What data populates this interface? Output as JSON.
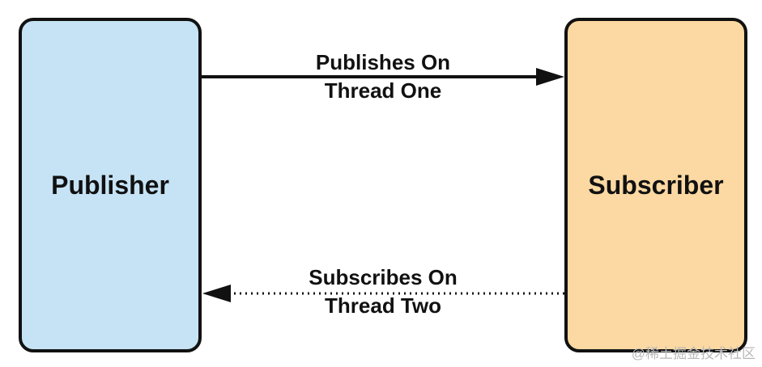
{
  "nodes": {
    "publisher": {
      "label": "Publisher",
      "fill": "#c5e3f5"
    },
    "subscriber": {
      "label": "Subscriber",
      "fill": "#fcd9a2"
    }
  },
  "edges": {
    "publishes": {
      "from": "Publisher",
      "to": "Subscriber",
      "style": "solid",
      "line1": "Publishes On",
      "line2": "Thread One"
    },
    "subscribes": {
      "from": "Subscriber",
      "to": "Publisher",
      "style": "dotted",
      "line1": "Subscribes On",
      "line2": "Thread Two"
    }
  },
  "watermark": "@稀土掘金技术社区",
  "colors": {
    "stroke": "#111111"
  }
}
